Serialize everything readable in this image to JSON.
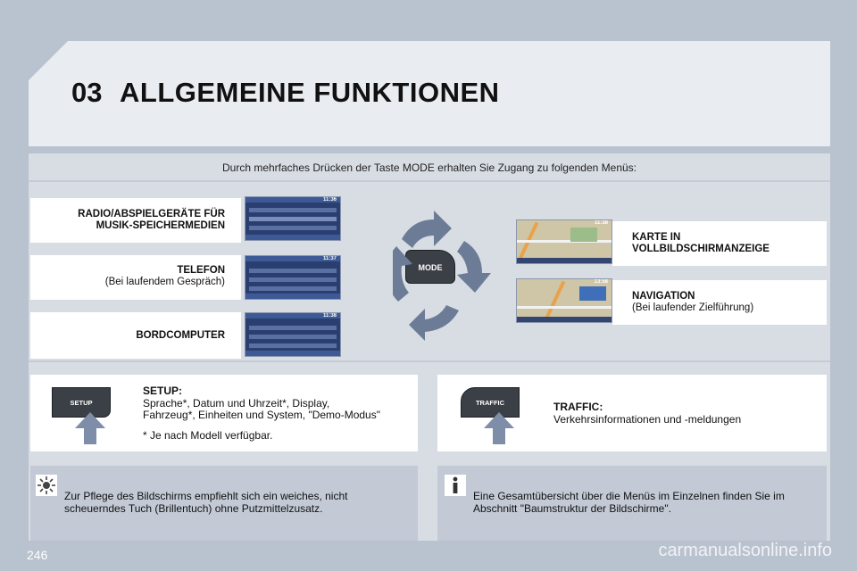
{
  "header": {
    "chapter": "03",
    "title": "ALLGEMEINE FUNKTIONEN"
  },
  "intro": "Durch mehrfaches Drücken der Taste MODE erhalten Sie Zugang zu folgenden Menüs:",
  "mode_button": "MODE",
  "menus_left": [
    {
      "line1": "RADIO/ABSPIELGERÄTE FÜR",
      "line2": "MUSIK-SPEICHERMEDIEN",
      "time": "11:36"
    },
    {
      "line1": "TELEFON",
      "line2": "(Bei laufendem Gespräch)",
      "time": "11:37"
    },
    {
      "line1": "BORDCOMPUTER",
      "line2": "",
      "time": "11:38"
    }
  ],
  "menus_right": [
    {
      "line1": "KARTE IN",
      "line2": "VOLLBILDSCHIRMANZEIGE",
      "time": "11:38"
    },
    {
      "line1": "NAVIGATION",
      "line2": "(Bei laufender Zielführung)",
      "time": "13:58"
    }
  ],
  "setup": {
    "button": "SETUP",
    "title": "SETUP:",
    "line1": "Sprache*, Datum und Uhrzeit*, Display,",
    "line2": "Fahrzeug*, Einheiten und System, \"Demo-Modus\"",
    "footnote": "* Je nach Modell verfügbar."
  },
  "traffic": {
    "button": "TRAFFIC",
    "title": "TRAFFIC:",
    "line1": "Verkehrsinformationen und -meldungen"
  },
  "notes": {
    "care_line1": "Zur Pflege des Bildschirms empfiehlt sich ein weiches, nicht",
    "care_line2": "scheuerndes Tuch (Brillentuch) ohne Putzmittelzusatz.",
    "info_line1": "Eine Gesamtübersicht über die Menüs im Einzelnen finden Sie im",
    "info_line2": "Abschnitt \"Baumstruktur der Bildschirme\"."
  },
  "footer": {
    "page": "246",
    "watermark": "carmanualsonline.info"
  },
  "colors": {
    "background": "#b9c2cf",
    "panel": "#d8dde4",
    "arrow": "#6d7c96",
    "button": "#3b3f46"
  },
  "icons": [
    "rotate-arrow-icon",
    "up-arrow-icon",
    "sun-care-icon",
    "info-icon"
  ]
}
